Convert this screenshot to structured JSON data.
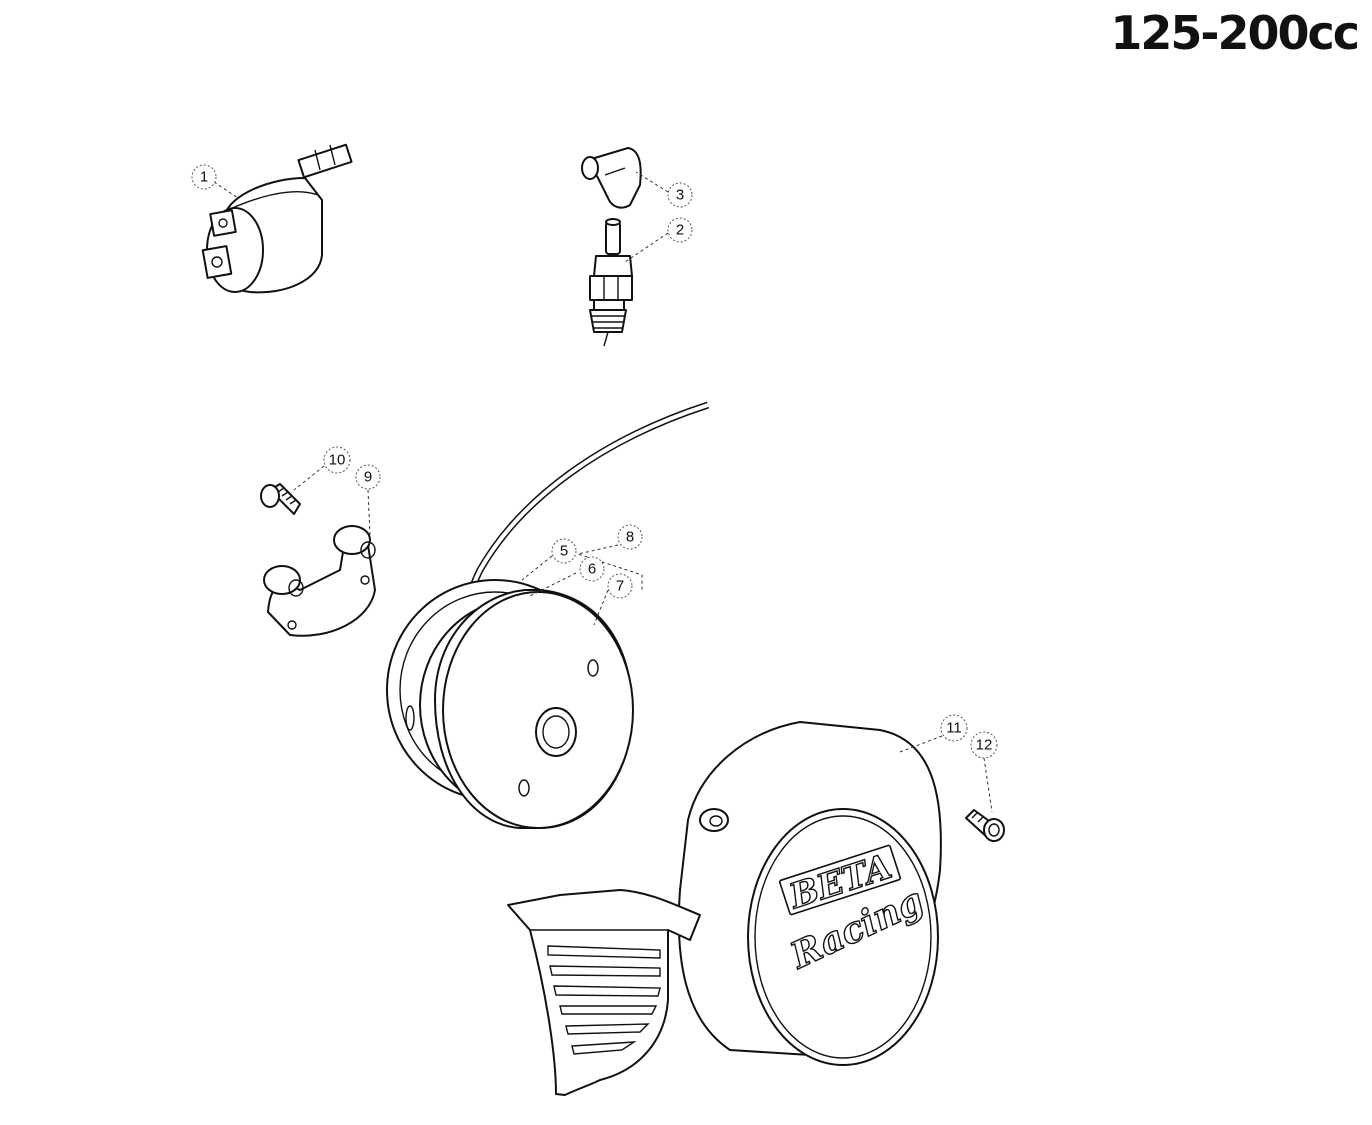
{
  "title": "125-200cc",
  "callouts": [
    {
      "label": "1",
      "part": "ignition-coil"
    },
    {
      "label": "2",
      "part": "spark-plug"
    },
    {
      "label": "3",
      "part": "spark-plug-cap"
    },
    {
      "label": "5",
      "part": "stator"
    },
    {
      "label": "6",
      "part": "stator-plate"
    },
    {
      "label": "7",
      "part": "flywheel-rotor"
    },
    {
      "label": "8",
      "part": "magneto-assembly"
    },
    {
      "label": "9",
      "part": "cable-bracket"
    },
    {
      "label": "10",
      "part": "bracket-screw"
    },
    {
      "label": "11",
      "part": "ignition-cover"
    },
    {
      "label": "12",
      "part": "cover-screw"
    }
  ],
  "cover_logo": {
    "brand": "BETA",
    "script": "Racing"
  }
}
